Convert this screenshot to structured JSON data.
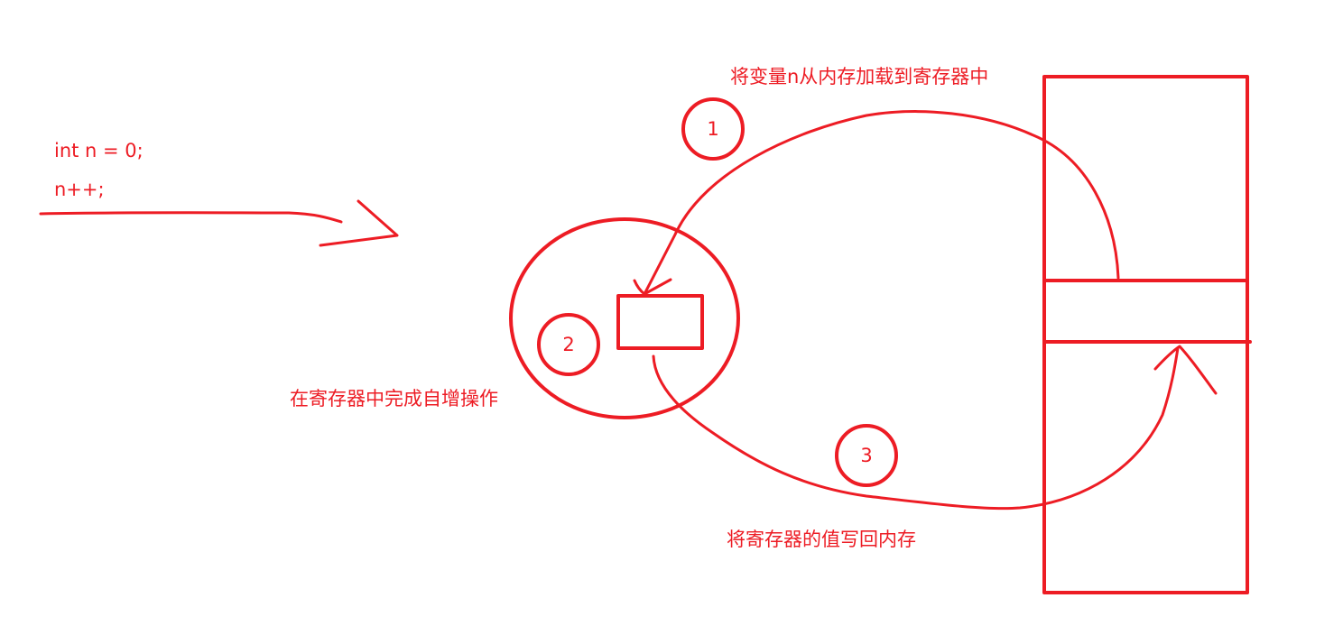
{
  "colors": {
    "ink": "#ed1c24",
    "background": "#ffffff"
  },
  "code": {
    "line1": "int n = 0;",
    "line2": "n++;"
  },
  "steps": [
    {
      "number": "1",
      "label": "将变量n从内存加载到寄存器中"
    },
    {
      "number": "2",
      "label": "在寄存器中完成自增操作"
    },
    {
      "number": "3",
      "label": "将寄存器的值写回内存"
    }
  ]
}
